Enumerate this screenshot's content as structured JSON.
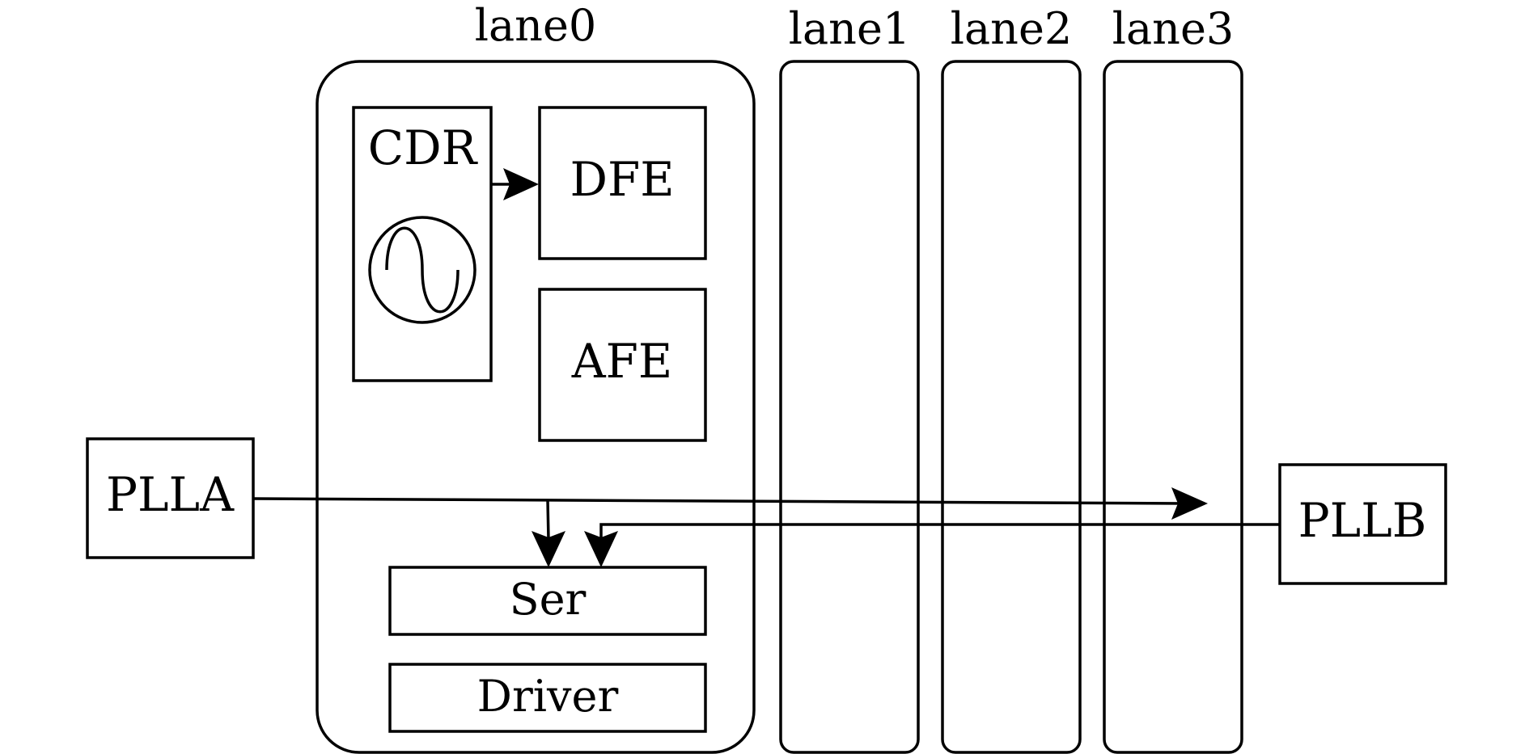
{
  "lanes": {
    "lane0": "lane0",
    "lane1": "lane1",
    "lane2": "lane2",
    "lane3": "lane3"
  },
  "blocks": {
    "cdr": "CDR",
    "dfe": "DFE",
    "afe": "AFE",
    "ser": "Ser",
    "driver": "Driver",
    "plla": "PLLA",
    "pllb": "PLLB"
  },
  "icons": {
    "oscillator": "sine-wave-oscillator-icon"
  },
  "colors": {
    "stroke": "#000000",
    "background": "#ffffff"
  }
}
